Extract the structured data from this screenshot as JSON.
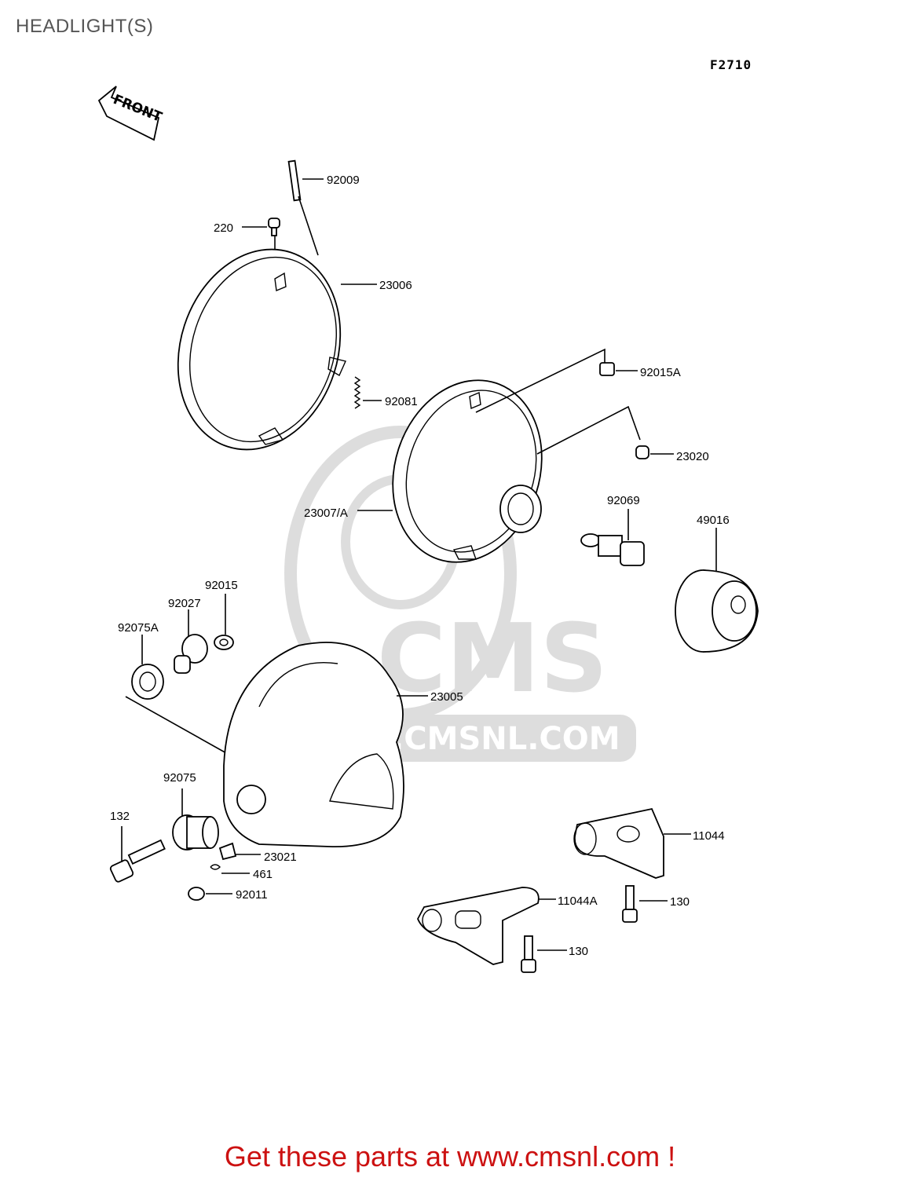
{
  "page": {
    "title": "HEADLIGHT(S)",
    "fig_code": "F2710"
  },
  "front_arrow": {
    "label": "FRONT"
  },
  "watermark": {
    "brand": "CMS",
    "url": "WWW.CMSNL.COM"
  },
  "callouts": [
    {
      "id": "92009",
      "label": "92009"
    },
    {
      "id": "220",
      "label": "220"
    },
    {
      "id": "23006",
      "label": "23006"
    },
    {
      "id": "92081",
      "label": "92081"
    },
    {
      "id": "92015A",
      "label": "92015A"
    },
    {
      "id": "23020",
      "label": "23020"
    },
    {
      "id": "23007A",
      "label": "23007/A"
    },
    {
      "id": "92069",
      "label": "92069"
    },
    {
      "id": "49016",
      "label": "49016"
    },
    {
      "id": "92015",
      "label": "92015"
    },
    {
      "id": "92027",
      "label": "92027"
    },
    {
      "id": "92075A",
      "label": "92075A"
    },
    {
      "id": "23005",
      "label": "23005"
    },
    {
      "id": "92075",
      "label": "92075"
    },
    {
      "id": "132",
      "label": "132"
    },
    {
      "id": "23021",
      "label": "23021"
    },
    {
      "id": "461",
      "label": "461"
    },
    {
      "id": "92011",
      "label": "92011"
    },
    {
      "id": "11044",
      "label": "11044"
    },
    {
      "id": "11044A",
      "label": "11044A"
    },
    {
      "id": "130a",
      "label": "130"
    },
    {
      "id": "130b",
      "label": "130"
    }
  ],
  "footer": {
    "text": "Get these parts at www.cmsnl.com !"
  }
}
